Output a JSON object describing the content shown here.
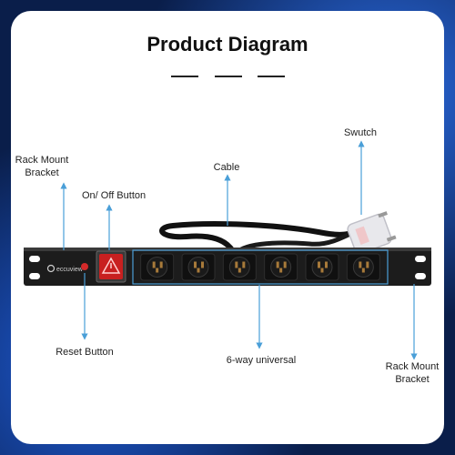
{
  "title": "Product Diagram",
  "labels": {
    "rack_left": "Rack Mount\nBracket",
    "on_off": "On/ Off Button",
    "cable": "Cable",
    "switch": "Swutch",
    "reset": "Reset Button",
    "universal": "6-way universal",
    "rack_right": "Rack Mount\nBracket"
  },
  "brand": "eccuview",
  "colors": {
    "arrow": "#4a9fd8",
    "panel": "#1c1c1c",
    "switch": "#d42a2a"
  },
  "outlet_count": 6
}
